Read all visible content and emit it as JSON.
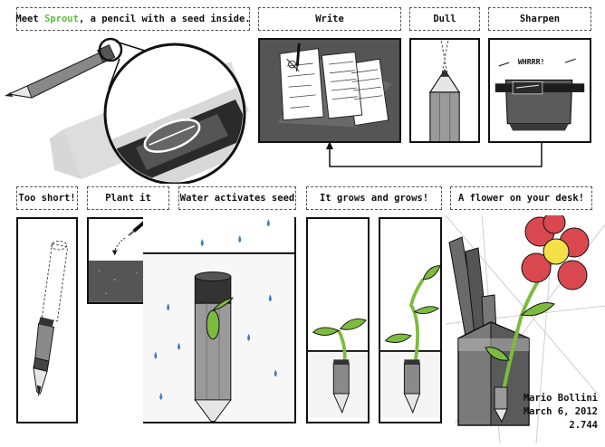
{
  "captions": {
    "intro_prefix": "Meet ",
    "intro_highlight": "Sprout",
    "intro_suffix": ", a pencil with a seed inside.",
    "write": "Write",
    "dull": "Dull",
    "sharpen": "Sharpen",
    "too_short": "Too short!",
    "plant_it": "Plant it",
    "water": "Water activates seed",
    "grows": "It grows and grows!",
    "flower": "A flower on your desk!"
  },
  "sound_effect": "WHRRR!",
  "signature": {
    "name": "Mario Bollini",
    "date": "March 6, 2012",
    "course": "2.744"
  },
  "colors": {
    "highlight": "#5cbf3c",
    "leaf": "#7dbb3f",
    "petal": "#d9474f",
    "flower_center": "#f5e04a",
    "water": "#3d7cc9"
  }
}
